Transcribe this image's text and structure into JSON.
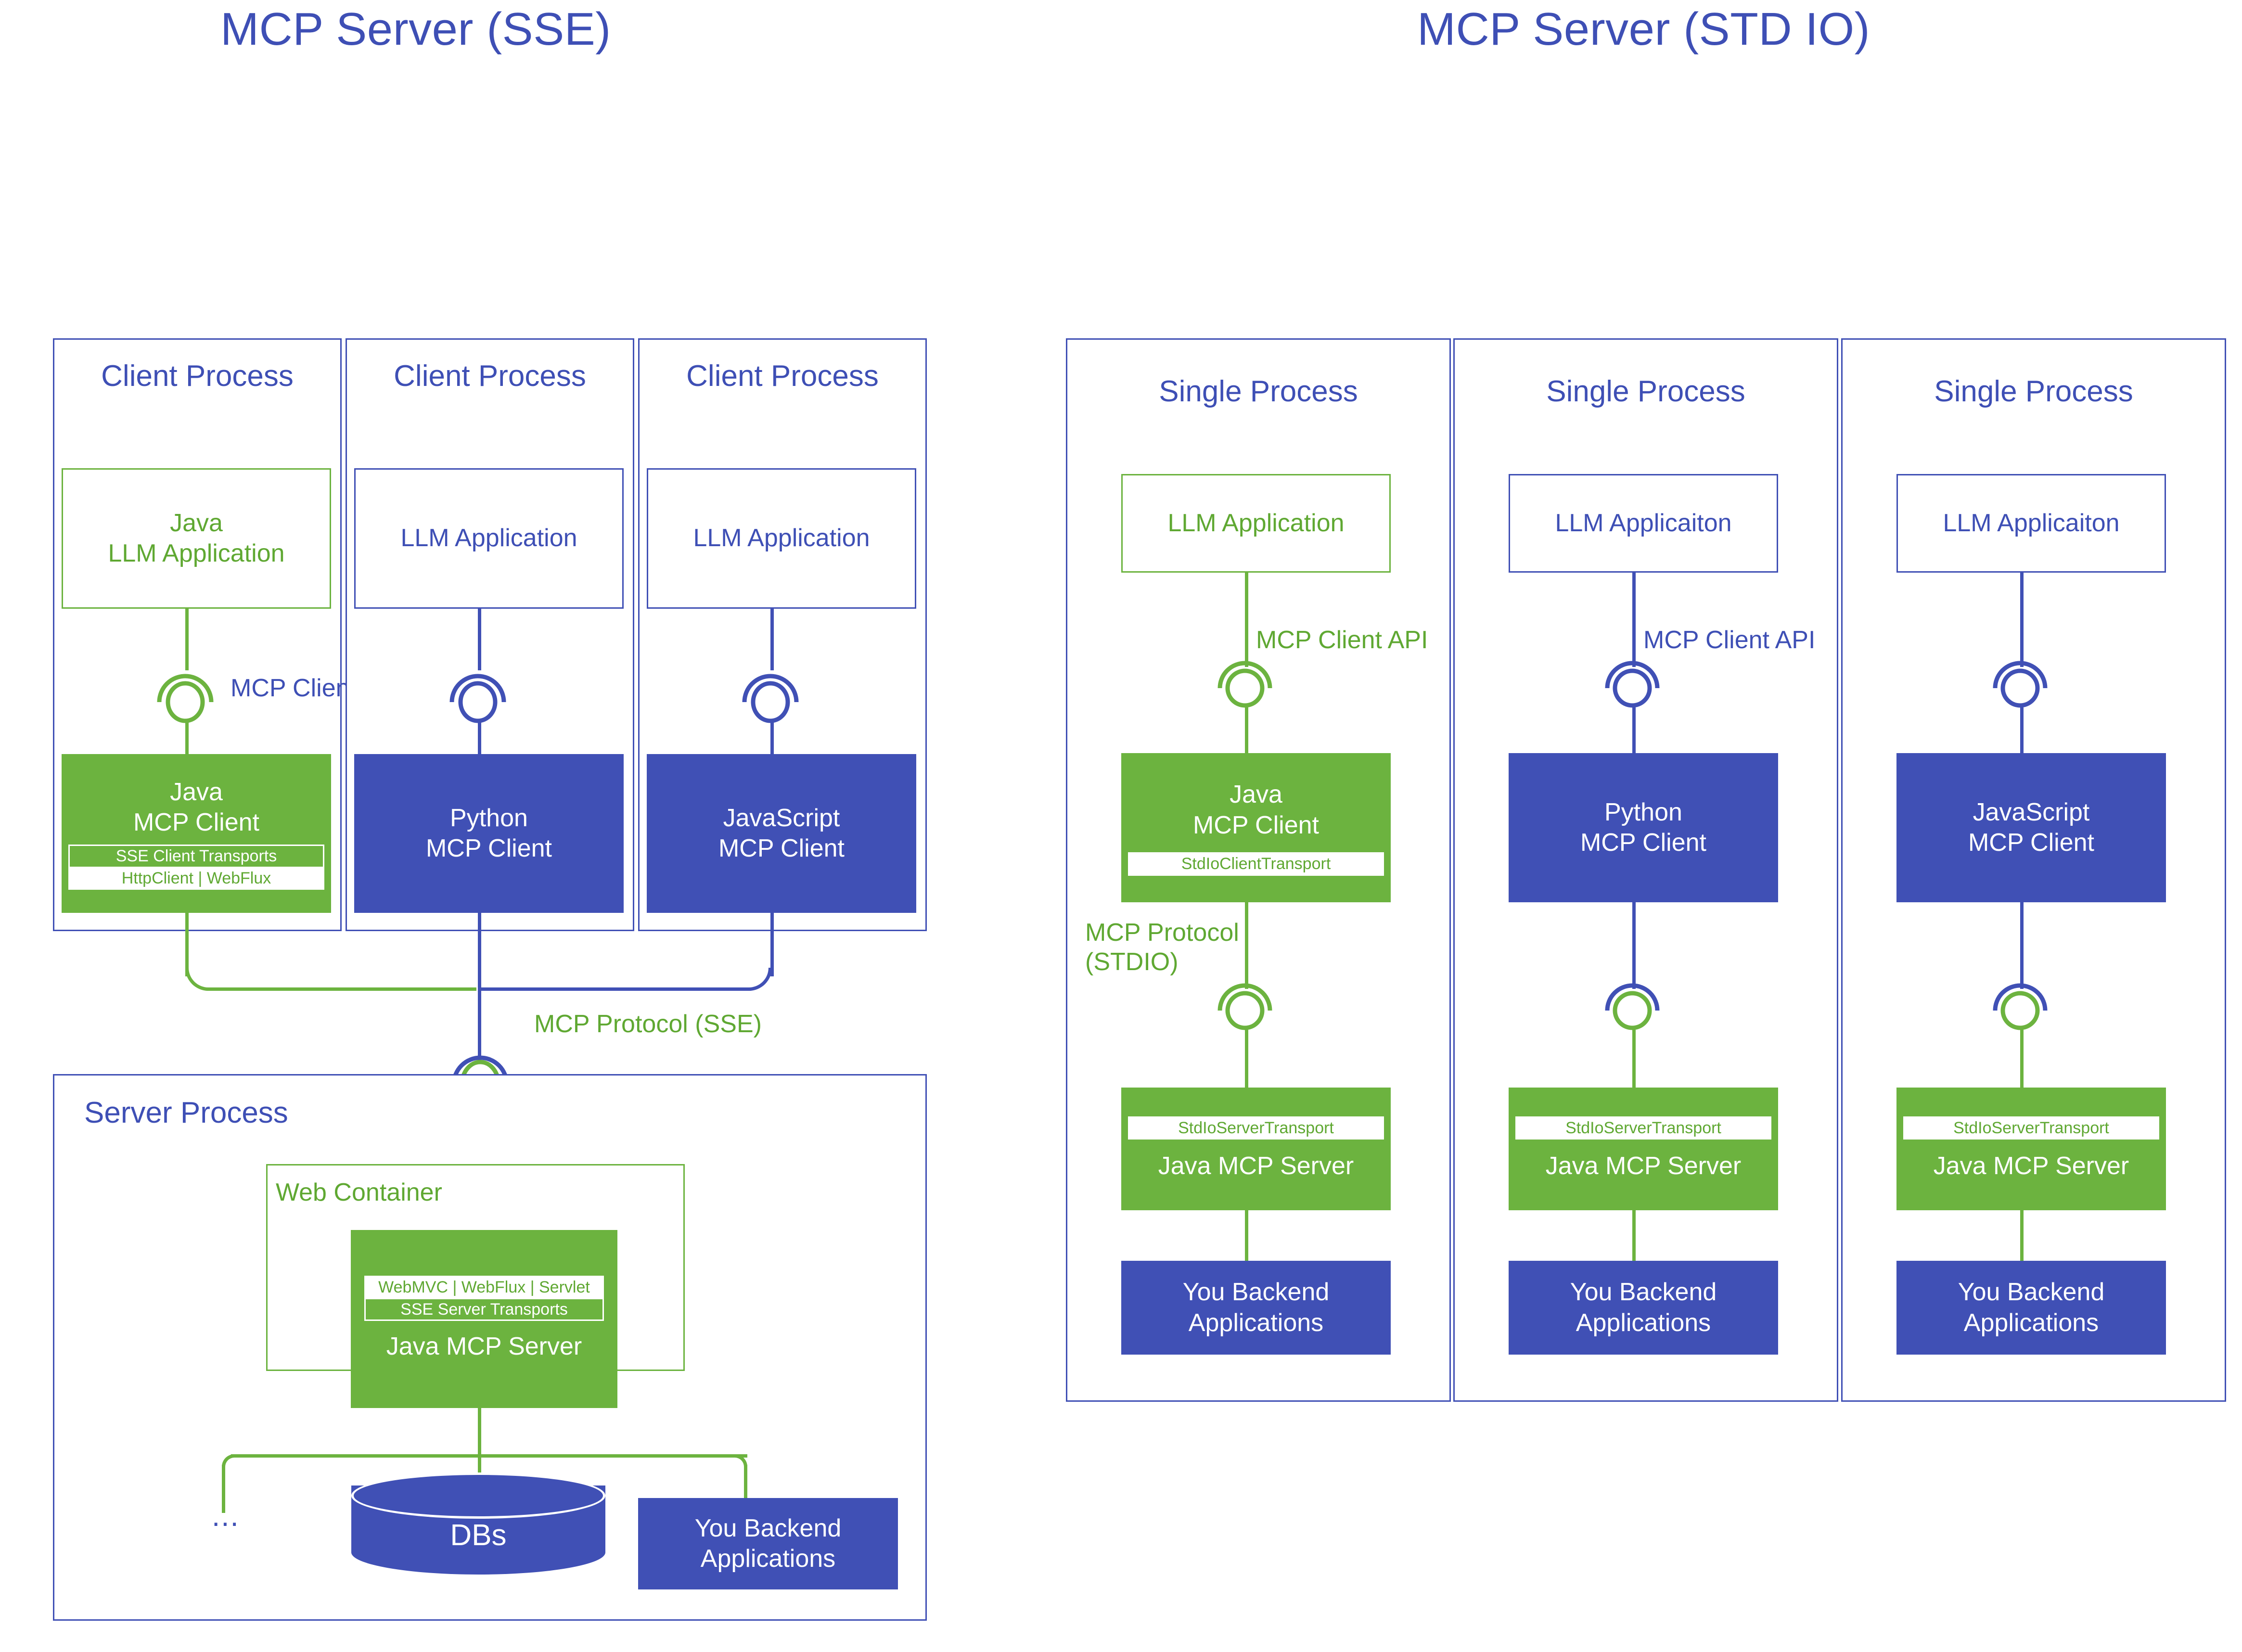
{
  "colors": {
    "green": "#6CB33F",
    "green_text": "#5FA832",
    "blue": "#4050B5",
    "blue_text": "#3E4FB5",
    "white": "#FFFFFF"
  },
  "panels": {
    "left": {
      "title": "MCP Server (SSE)",
      "processes": [
        {
          "label": "Client Process",
          "app": "Java\nLLM Application",
          "app_style": "green-outline",
          "edge_label": "MCP Client API",
          "client_title": "Java\nMCP Client",
          "client_style": "green",
          "strips": [
            "SSE Client Transports",
            "HttpClient | WebFlux"
          ]
        },
        {
          "label": "Client Process",
          "app": "LLM Application",
          "app_style": "blue-outline",
          "edge_label": "",
          "client_title": "Python\nMCP Client",
          "client_style": "blue",
          "strips": []
        },
        {
          "label": "Client Process",
          "app": "LLM Application",
          "app_style": "blue-outline",
          "edge_label": "",
          "client_title": "JavaScript\nMCP Client",
          "client_style": "blue",
          "strips": []
        }
      ],
      "protocol_label": "MCP Protocol (SSE)",
      "server": {
        "label": "Server Process",
        "container_label": "Web Container",
        "server_strip_top": "WebMVC | WebFlux | Servlet",
        "server_strip_bottom": "SSE Server Transports",
        "server_title": "Java MCP Server",
        "db_label": "DBs",
        "backend_label": "You Backend\nApplications",
        "ellipsis": "..."
      }
    },
    "right": {
      "title": "MCP Server (STD IO)",
      "processes": [
        {
          "label": "Single Process",
          "app": "LLM Application",
          "app_style": "green-outline",
          "client_api_label": "MCP Client API",
          "client_api_style": "green",
          "client_title": "Java\nMCP Client",
          "client_style": "green",
          "client_strip": "StdIoClientTransport",
          "protocol_label": "MCP Protocol\n(STDIO)",
          "protocol_style": "green",
          "server_strip": "StdIoServerTransport",
          "server_title": "Java MCP Server",
          "backend_label": "You Backend\nApplications"
        },
        {
          "label": "Single Process",
          "app": "LLM Applicaiton",
          "app_style": "blue-outline",
          "client_api_label": "MCP Client API",
          "client_api_style": "blue",
          "client_title": "Python\nMCP Client",
          "client_style": "blue",
          "client_strip": "",
          "protocol_label": "",
          "protocol_style": "blue",
          "server_strip": "StdIoServerTransport",
          "server_title": "Java MCP Server",
          "backend_label": "You Backend\nApplications"
        },
        {
          "label": "Single Process",
          "app": "LLM Applicaiton",
          "app_style": "blue-outline",
          "client_api_label": "",
          "client_api_style": "blue",
          "client_title": "JavaScript\nMCP Client",
          "client_style": "blue",
          "client_strip": "",
          "protocol_label": "",
          "protocol_style": "blue",
          "server_strip": "StdIoServerTransport",
          "server_title": "Java MCP Server",
          "backend_label": "You Backend\nApplications"
        }
      ]
    }
  }
}
